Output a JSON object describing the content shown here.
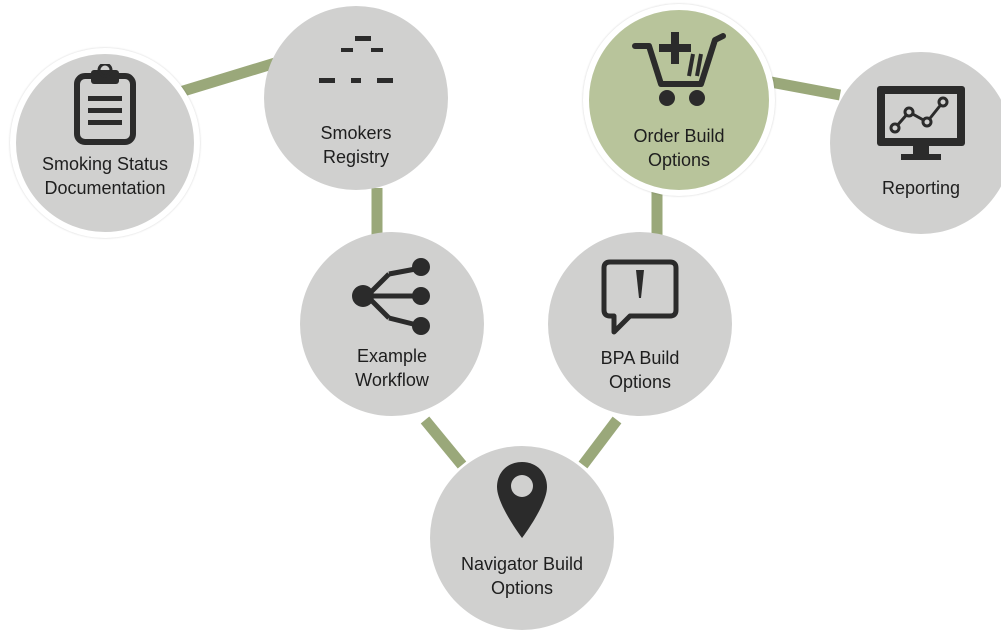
{
  "colors": {
    "node_fill": "#d0d0cf",
    "node_active_fill": "#b8c49b",
    "connector": "#9aa87a",
    "icon": "#2b2b2b",
    "text": "#1e1e1e"
  },
  "nodes": {
    "smoking_status": {
      "line1": "Smoking Status",
      "line2": "Documentation",
      "icon": "clipboard-icon"
    },
    "smokers_registry": {
      "line1": "Smokers",
      "line2": "Registry",
      "icon": "dashes-icon"
    },
    "example_workflow": {
      "line1": "Example",
      "line2": "Workflow",
      "icon": "branch-icon"
    },
    "navigator_build": {
      "line1": "Navigator Build",
      "line2": "Options",
      "icon": "map-pin-icon"
    },
    "bpa_build": {
      "line1": "BPA Build",
      "line2": "Options",
      "icon": "alert-bubble-icon"
    },
    "order_build": {
      "line1": "Order Build",
      "line2": "Options",
      "icon": "cart-plus-icon",
      "active": true
    },
    "reporting": {
      "line1": "Reporting",
      "icon": "monitor-chart-icon"
    }
  }
}
